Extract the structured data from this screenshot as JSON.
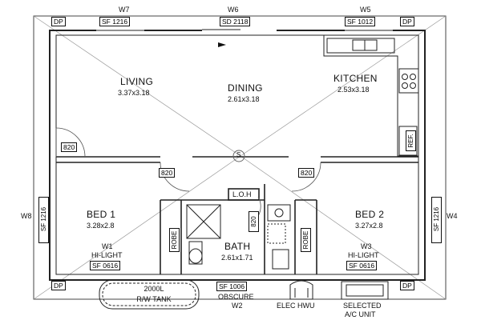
{
  "rooms": {
    "living": {
      "name": "LIVING",
      "size": "3.37x3.18"
    },
    "dining": {
      "name": "DINING",
      "size": "2.61x3.18"
    },
    "kitchen": {
      "name": "KITCHEN",
      "size": "2.53x3.18"
    },
    "bed1": {
      "name": "BED 1",
      "size": "3.28x2.8"
    },
    "bed2": {
      "name": "BED 2",
      "size": "3.27x2.8"
    },
    "bath": {
      "name": "BATH",
      "size": "2.61x1.71"
    }
  },
  "windows": {
    "w7": {
      "label": "W7",
      "code": "SF  1216"
    },
    "w6": {
      "label": "W6",
      "code": "SD  2118"
    },
    "w5": {
      "label": "W5",
      "code": "SF  1012"
    },
    "w8": {
      "label": "W8",
      "code": "SF  1216"
    },
    "w4": {
      "label": "W4",
      "code": "SF  1216"
    },
    "w1": {
      "label": "W1",
      "sub": "HI-LIGHT",
      "code": "SF  0616"
    },
    "w3": {
      "label": "W3",
      "sub": "HI-LIGHT",
      "code": "SF  0616"
    },
    "w2": {
      "label": "W2",
      "sub": "OBSCURE",
      "code": "SF  1006"
    }
  },
  "downpipe": "DP",
  "doors": {
    "d820": "820"
  },
  "fixtures": {
    "linen": "L.O.H",
    "robe": "ROBE",
    "fridge": "REF.",
    "smoke": "S",
    "hwu": "ELEC HWU",
    "ac_line1": "SELECTED",
    "ac_line2": "A/C UNIT",
    "tank_line1": "2000L",
    "tank_line2": "R/W TANK"
  }
}
